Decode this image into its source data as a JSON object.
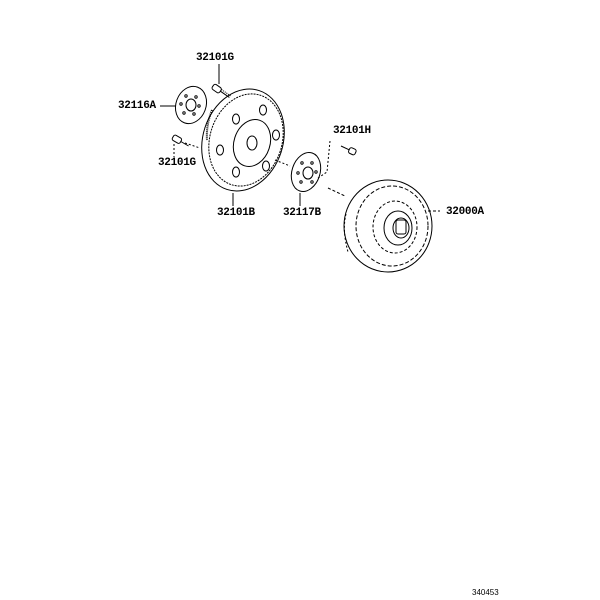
{
  "diagram": {
    "type": "exploded parts diagram",
    "subject": "flywheel / drive plate and torque converter"
  },
  "labels": [
    {
      "id": "32101G_top",
      "text": "32101G",
      "part": "bolt"
    },
    {
      "id": "32116A",
      "text": "32116A",
      "part": "spacer plate (front)"
    },
    {
      "id": "32101G_left",
      "text": "32101G",
      "part": "bolt"
    },
    {
      "id": "32101B_plate",
      "text": "32101B",
      "part": "drive plate with ring gear"
    },
    {
      "id": "32101H",
      "text": "32101H",
      "part": "bolt"
    },
    {
      "id": "32117B",
      "text": "32117B",
      "part": "spacer plate (rear)"
    },
    {
      "id": "32000A",
      "text": "32000A",
      "part": "torque converter assembly"
    }
  ],
  "footer": {
    "code": "340453"
  }
}
